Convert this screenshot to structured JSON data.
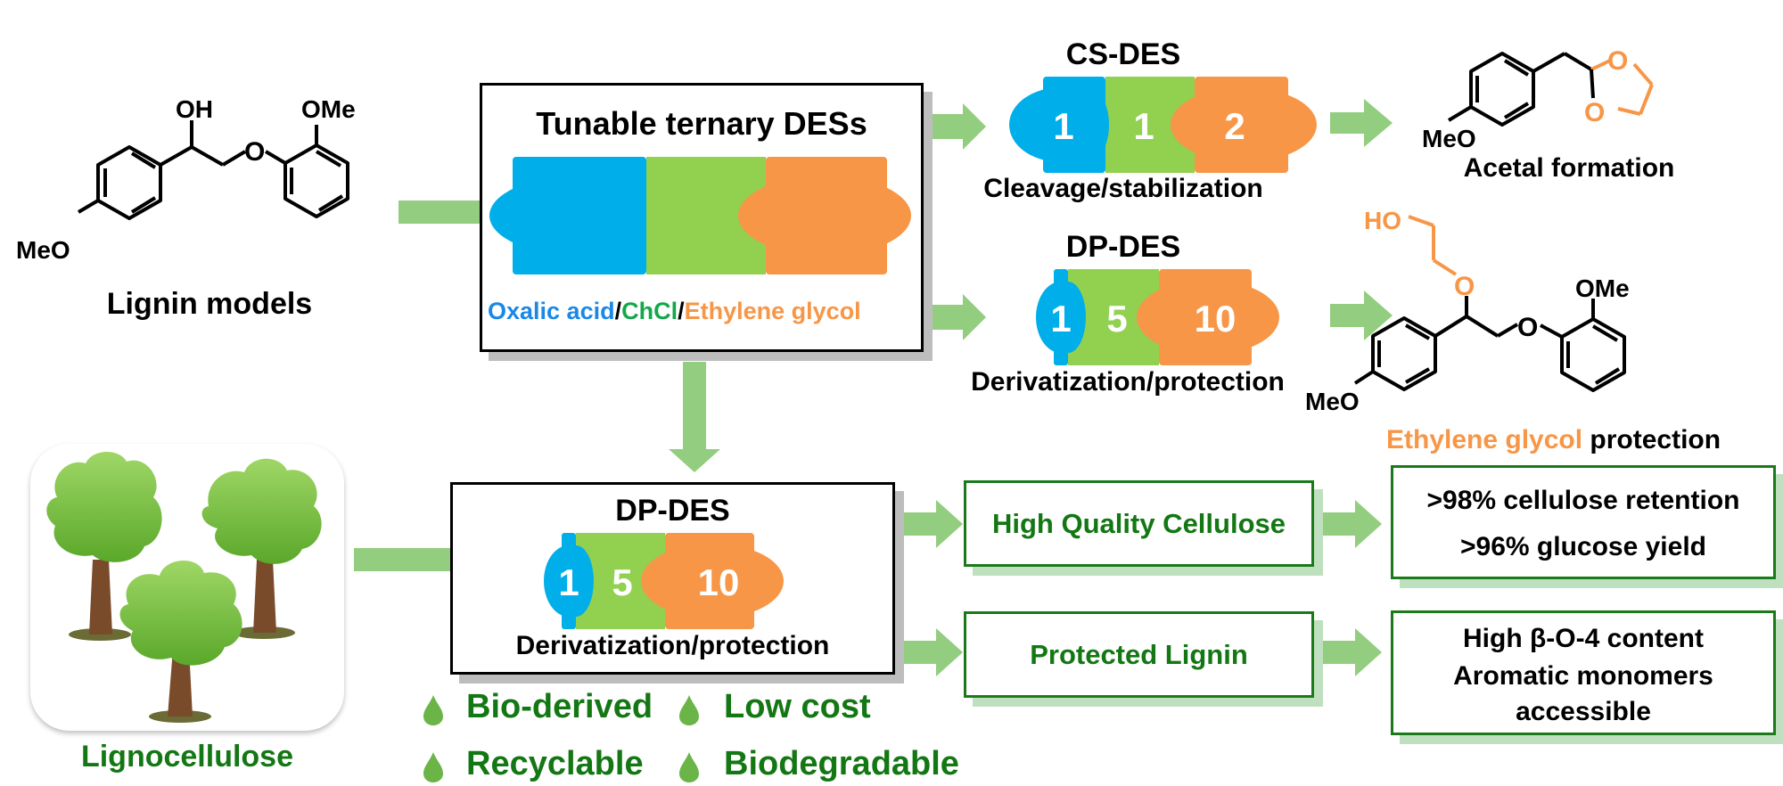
{
  "colors": {
    "oxalic_blue": "#00aeea",
    "chcl_green": "#92d050",
    "glycol_orange": "#f79646",
    "arrow_green": "#93cd7f",
    "text_green": "#137713",
    "label_blue": "#1a88e8",
    "label_green": "#13a84a"
  },
  "lignin_model": {
    "label": "Lignin models",
    "atoms": {
      "oh": "OH",
      "ome": "OMe",
      "o": "O",
      "meo": "MeO"
    }
  },
  "tunable_box": {
    "title": "Tunable ternary DESs",
    "components": [
      {
        "name": "Oxalic acid",
        "color": "#1a88e8"
      },
      {
        "name": "ChCl",
        "color": "#13a84a"
      },
      {
        "name": "Ethylene glycol",
        "color": "#f79646"
      }
    ],
    "separator": "/"
  },
  "cs_des": {
    "title": "CS-DES",
    "ratio": [
      "1",
      "1",
      "2"
    ],
    "caption": "Cleavage/stabilization"
  },
  "dp_des_top": {
    "title": "DP-DES",
    "ratio": [
      "1",
      "5",
      "10"
    ],
    "caption": "Derivatization/protection"
  },
  "acetal_product": {
    "label": "Acetal formation",
    "atoms": {
      "meo": "MeO",
      "o1": "O",
      "o2": "O"
    }
  },
  "protected_product": {
    "label_colored": "Ethylene glycol",
    "label_rest": " protection",
    "atoms": {
      "ho": "HO",
      "o_glycol": "O",
      "o": "O",
      "ome": "OMe",
      "meo": "MeO"
    }
  },
  "lignocellulose": {
    "label": "Lignocellulose"
  },
  "dp_des_box": {
    "title": "DP-DES",
    "ratio": [
      "1",
      "5",
      "10"
    ],
    "caption": "Derivatization/protection"
  },
  "features": [
    {
      "label": "Bio-derived"
    },
    {
      "label": "Low cost"
    },
    {
      "label": "Recyclable"
    },
    {
      "label": "Biodegradable"
    }
  ],
  "products": [
    {
      "label": "High Quality Cellulose",
      "results": [
        ">98% cellulose retention",
        ">96% glucose yield"
      ]
    },
    {
      "label": "Protected Lignin",
      "results": [
        "High β-O-4 content",
        "Aromatic monomers",
        "accessible"
      ]
    }
  ]
}
